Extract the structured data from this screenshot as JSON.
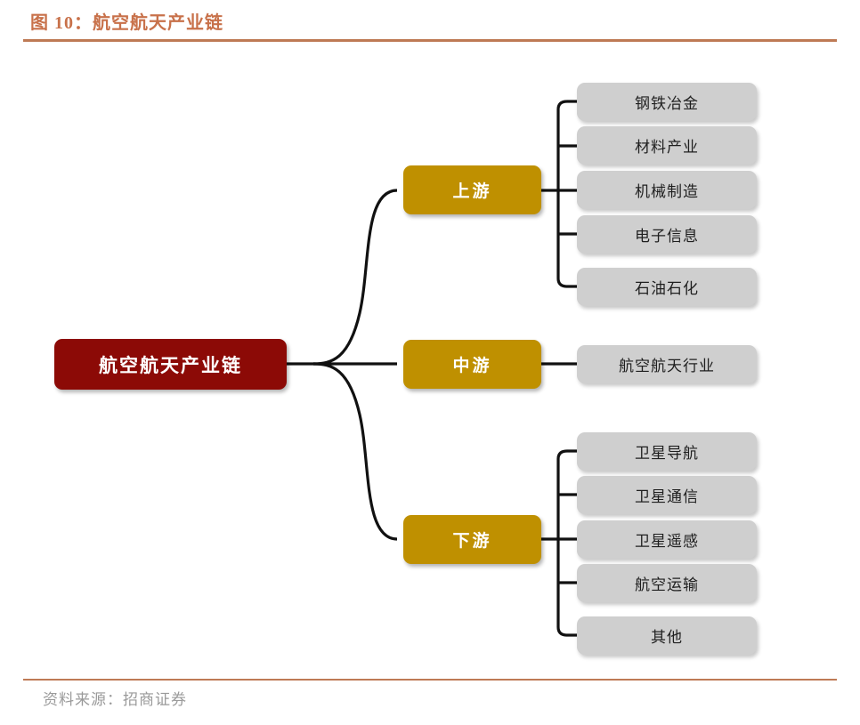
{
  "header": {
    "figure_label": "图 10：",
    "figure_number": "10",
    "title": "图 10：航空航天产业链",
    "title_text": "航空航天产业链"
  },
  "footer": {
    "source": "资料来源：招商证券"
  },
  "colors": {
    "title": "#C8714A",
    "rule": "#BE7A55",
    "root": "#8C0A06",
    "tier": "#BF9000",
    "leaf": "#CFCFCF",
    "connector": "#111111",
    "source_text": "#9A9A9A"
  },
  "chart_data": {
    "type": "diagram",
    "title": "航空航天产业链",
    "layout": "horizontal-tree",
    "root": {
      "label": "航空航天产业链"
    },
    "tiers": [
      {
        "label": "上游",
        "children": [
          "钢铁冶金",
          "材料产业",
          "机械制造",
          "电子信息",
          "石油石化"
        ]
      },
      {
        "label": "中游",
        "children": [
          "航空航天行业"
        ]
      },
      {
        "label": "下游",
        "children": [
          "卫星导航",
          "卫星通信",
          "卫星遥感",
          "航空运输",
          "其他"
        ]
      }
    ]
  },
  "nodes": {
    "root": "航空航天产业链",
    "upstream": {
      "label": "上游",
      "items": [
        {
          "label": "钢铁冶金"
        },
        {
          "label": "材料产业"
        },
        {
          "label": "机械制造"
        },
        {
          "label": "电子信息"
        },
        {
          "label": "石油石化"
        }
      ]
    },
    "midstream": {
      "label": "中游",
      "items": [
        {
          "label": "航空航天行业"
        }
      ]
    },
    "downstream": {
      "label": "下游",
      "items": [
        {
          "label": "卫星导航"
        },
        {
          "label": "卫星通信"
        },
        {
          "label": "卫星遥感"
        },
        {
          "label": "航空运输"
        },
        {
          "label": "其他"
        }
      ]
    }
  }
}
